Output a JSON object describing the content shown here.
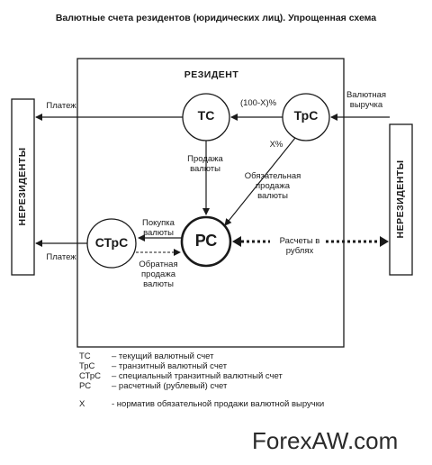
{
  "title": "Валютные счета резидентов (юридических лиц). Упрощенная схема",
  "resident_label": "РЕЗИДЕНТ",
  "nonresident_left": "НЕРЕЗИДЕНТЫ",
  "nonresident_right": "НЕРЕЗИДЕНТЫ",
  "nodes": {
    "tc": "ТС",
    "trc": "ТрС",
    "rc": "РС",
    "strc": "СТрС"
  },
  "labels": {
    "payment_top": "Платеж",
    "payment_bottom": "Платеж",
    "fx_proceeds_line1": "Валютная",
    "fx_proceeds_line2": "выручка",
    "percent_100x": "(100-X)%",
    "percent_x": "X%",
    "sale_line1": "Продажа",
    "sale_line2": "валюты",
    "mandatory_line1": "Обязательная",
    "mandatory_line2": "продажа",
    "mandatory_line3": "валюты",
    "purchase_line1": "Покупка",
    "purchase_line2": "валюты",
    "reverse_line1": "Обратная",
    "reverse_line2": "продажа",
    "reverse_line3": "валюты",
    "settlements_line1": "Расчеты в",
    "settlements_line2": "рублях"
  },
  "legend": [
    {
      "abbr": "ТС",
      "desc": "– текущий валютный счет"
    },
    {
      "abbr": "ТрС",
      "desc": "– транзитный валютный счет"
    },
    {
      "abbr": "СТрС",
      "desc": "– специальный транзитный валютный счет"
    },
    {
      "abbr": "РС",
      "desc": "– расчетный (рублевый) счет"
    },
    {
      "abbr": "X",
      "desc": "- норматив обязательной продажи валютной выручки"
    }
  ],
  "watermark": "ForexAW.com"
}
